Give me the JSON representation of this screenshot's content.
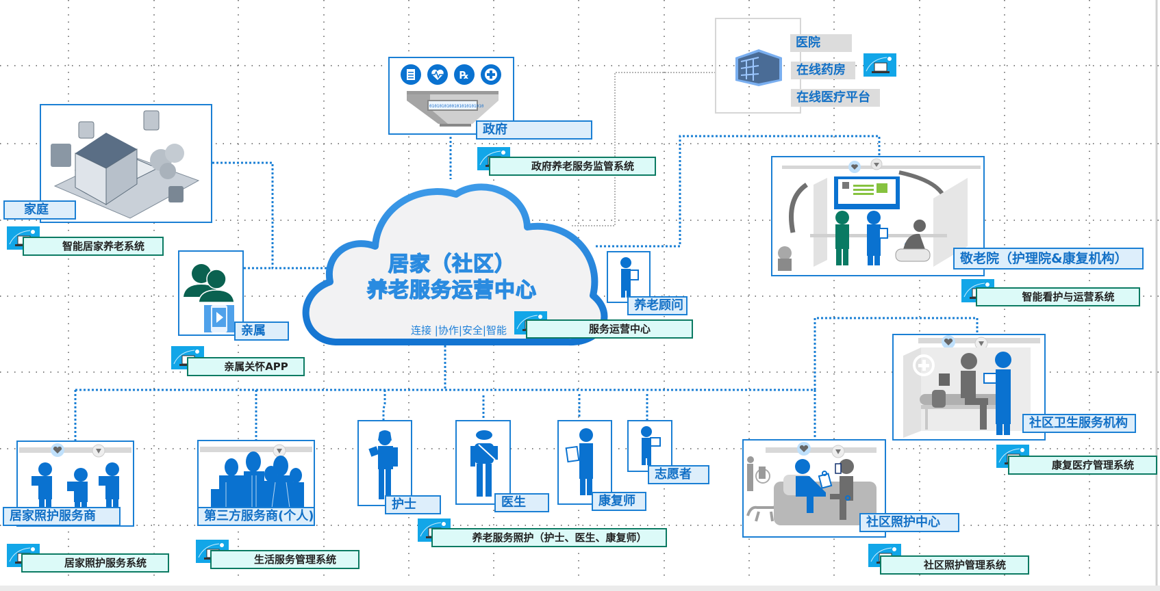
{
  "center": {
    "title_line1": "居家（社区）",
    "title_line2": "养老服务运营中心",
    "subtitle": "连接 |协作|安全|智能"
  },
  "nodes": {
    "family": {
      "label": "家庭",
      "system": "智能居家养老系统"
    },
    "government": {
      "label": "政府",
      "system": "政府养老服务监管系统",
      "icons": [
        "clipboard-icon",
        "heart-pulse-icon",
        "rx-icon",
        "plus-icon"
      ],
      "data_strip": "0101010100101010101010"
    },
    "hospital": {
      "labels": [
        "医院",
        "在线药房",
        "在线医疗平台"
      ]
    },
    "relatives": {
      "label": "亲属",
      "system": "亲属关怀APP"
    },
    "advisor": {
      "label": "养老顾问",
      "system": "服务运营中心"
    },
    "nursing_home": {
      "label": "敬老院（护理院&康复机构）",
      "system": "智能看护与运营系统"
    },
    "community_health": {
      "label": "社区卫生服务机构",
      "system": "康复医疗管理系统"
    },
    "home_care_provider": {
      "label": "居家照护服务商",
      "system": "居家照护服务系统"
    },
    "third_party": {
      "label": "第三方服务商(个人)",
      "system": "生活服务管理系统"
    },
    "nurse": {
      "label": "护士"
    },
    "doctor": {
      "label": "医生"
    },
    "therapist": {
      "label": "康复师"
    },
    "volunteer": {
      "label": "志愿者"
    },
    "care_system": {
      "system": "养老服务照护（护士、医生、康复师）"
    },
    "community_care": {
      "label": "社区照护中心",
      "system": "社区照护管理系统"
    }
  },
  "colors": {
    "accent": "#1a7fd4",
    "label_bg": "#ddeefb",
    "system_bg": "#dcfaf8",
    "system_border": "#0b7a62",
    "icon_bg": "#12a6e8",
    "figure_blue": "#0a72d0",
    "figure_green": "#0a7a63",
    "figure_gray": "#6d6d6d"
  }
}
